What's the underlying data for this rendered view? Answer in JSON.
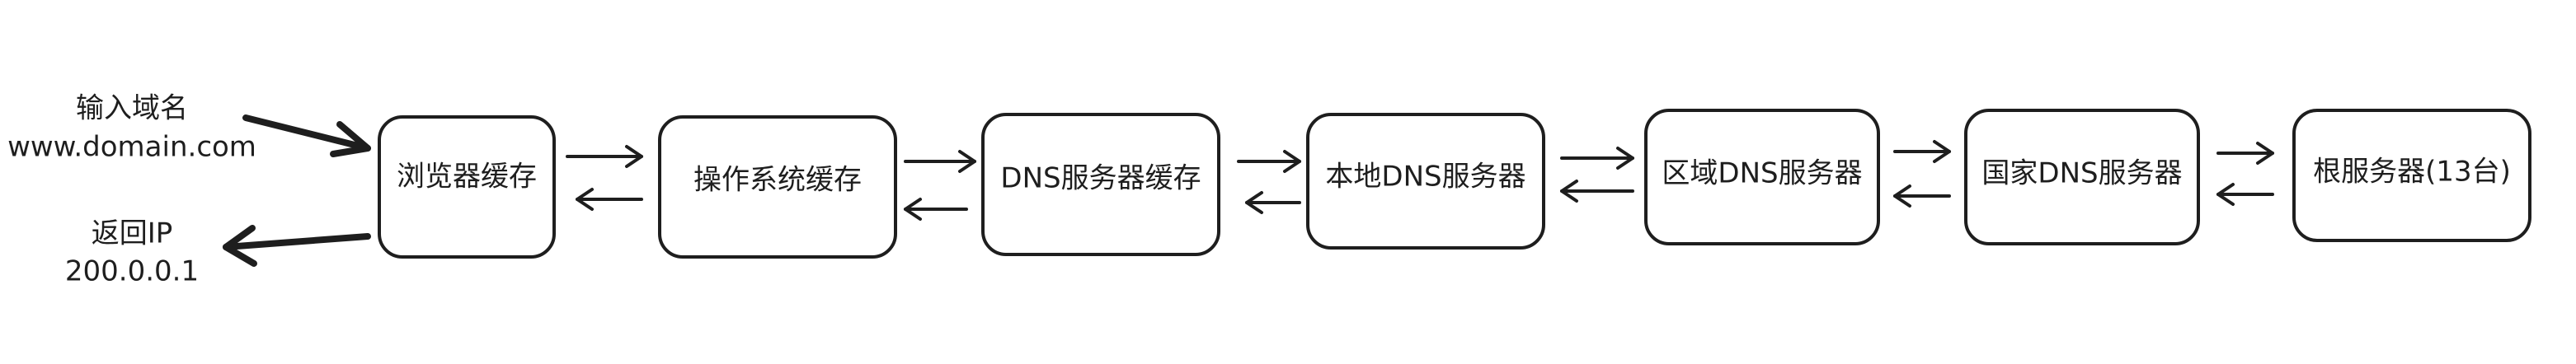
{
  "input": {
    "line1": "输入域名",
    "line2": "www.domain.com"
  },
  "output": {
    "line1": "返回IP",
    "line2": "200.0.0.1"
  },
  "nodes": [
    "浏览器缓存",
    "操作系统缓存",
    "DNS服务器缓存",
    "本地DNS服务器",
    "区域DNS服务器",
    "国家DNS服务器",
    "根服务器(13台)"
  ],
  "colors": {
    "stroke": "#1e1e1e",
    "background": "#ffffff"
  }
}
